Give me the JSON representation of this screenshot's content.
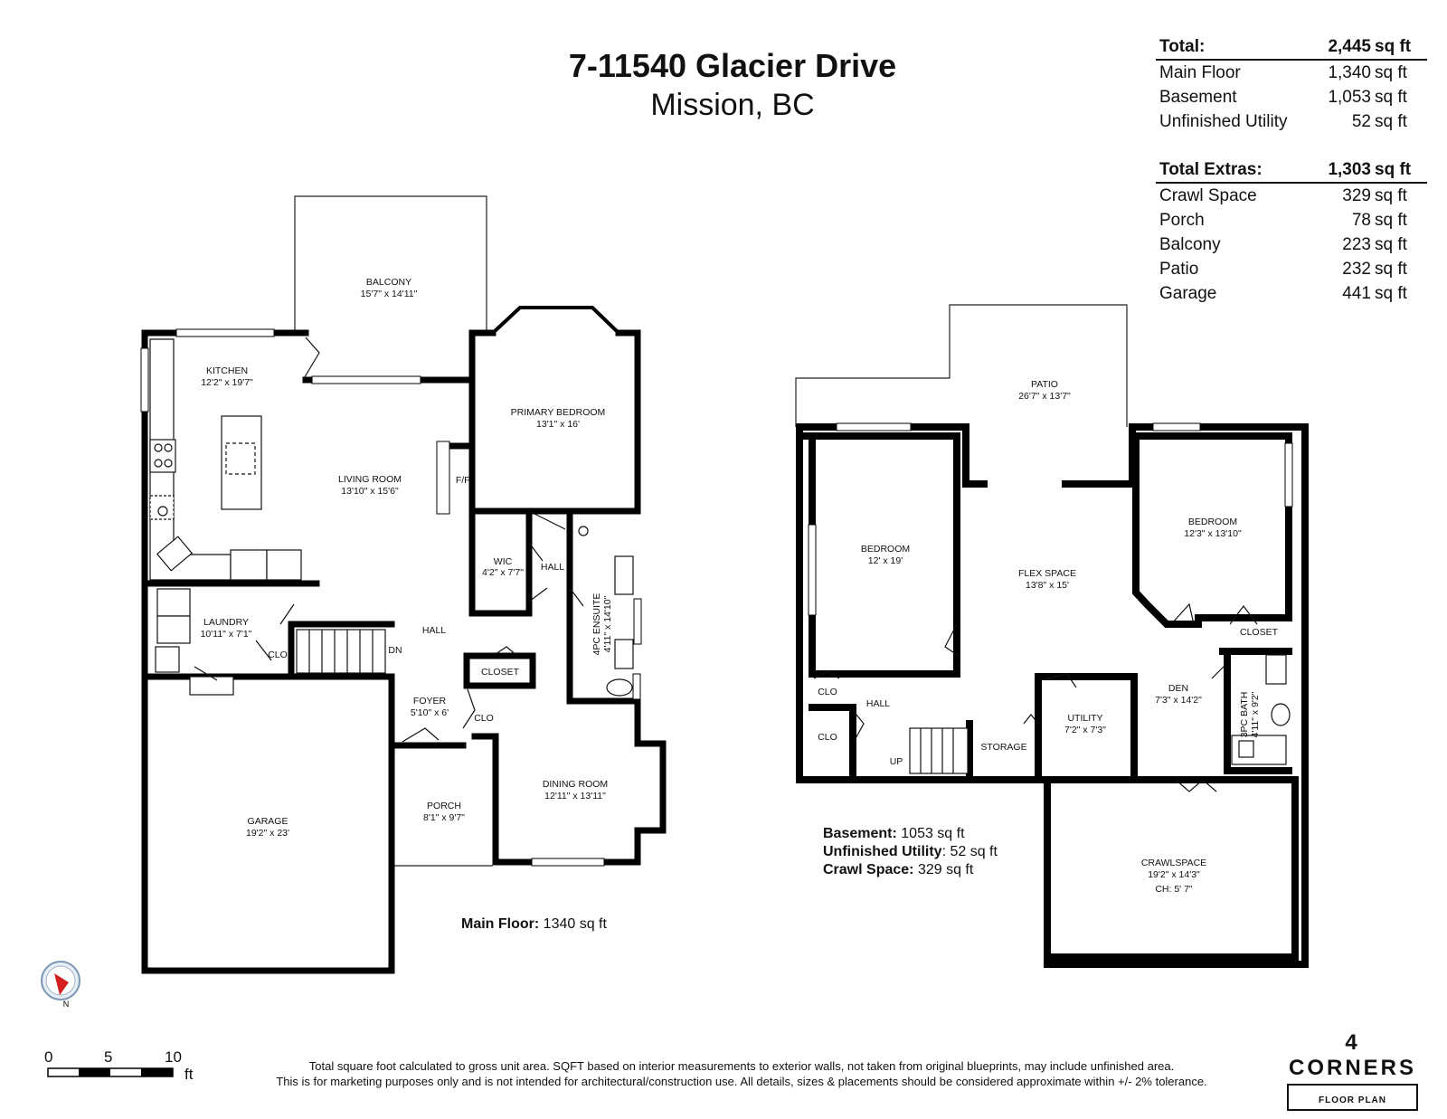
{
  "header": {
    "address": "7-11540 Glacier Drive",
    "city": "Mission, BC"
  },
  "summary_table": {
    "groups": [
      {
        "head": {
          "label": "Total:",
          "value": "2,445",
          "unit": "sq ft"
        },
        "rows": [
          {
            "label": "Main Floor",
            "value": "1,340",
            "unit": "sq ft"
          },
          {
            "label": "Basement",
            "value": "1,053",
            "unit": "sq ft"
          },
          {
            "label": "Unfinished Utility",
            "value": "52",
            "unit": "sq ft"
          }
        ]
      },
      {
        "head": {
          "label": "Total Extras:",
          "value": "1,303",
          "unit": "sq ft"
        },
        "rows": [
          {
            "label": "Crawl Space",
            "value": "329",
            "unit": "sq ft"
          },
          {
            "label": "Porch",
            "value": "78",
            "unit": "sq ft"
          },
          {
            "label": "Balcony",
            "value": "223",
            "unit": "sq ft"
          },
          {
            "label": "Patio",
            "value": "232",
            "unit": "sq ft"
          },
          {
            "label": "Garage",
            "value": "441",
            "unit": "sq ft"
          }
        ]
      }
    ]
  },
  "main_floor": {
    "rooms": {
      "balcony": {
        "name": "BALCONY",
        "dims": "15'7\" x 14'11\""
      },
      "kitchen": {
        "name": "KITCHEN",
        "dims": "12'2\" x 19'7\""
      },
      "living_room": {
        "name": "LIVING ROOM",
        "dims": "13'10\" x 15'6\""
      },
      "primary_bedroom": {
        "name": "PRIMARY BEDROOM",
        "dims": "13'1\" x 16'"
      },
      "fireplace": {
        "name": "F/P"
      },
      "wic": {
        "name": "WIC",
        "dims": "4'2\" x 7'7\""
      },
      "hall_upper": {
        "name": "HALL"
      },
      "ensuite": {
        "name": "4PC ENSUITE",
        "dims": "4'11\" x 14'10\""
      },
      "laundry": {
        "name": "LAUNDRY",
        "dims": "10'11\" x 7'1\""
      },
      "clo_laundry": {
        "name": "CLO"
      },
      "dn": {
        "name": "DN"
      },
      "hall_main": {
        "name": "HALL"
      },
      "closet": {
        "name": "CLOSET"
      },
      "foyer": {
        "name": "FOYER",
        "dims": "5'10\" x 6'"
      },
      "clo_foyer": {
        "name": "CLO"
      },
      "porch": {
        "name": "PORCH",
        "dims": "8'1\" x 9'7\""
      },
      "dining_room": {
        "name": "DINING ROOM",
        "dims": "12'11\" x 13'11\""
      },
      "garage": {
        "name": "GARAGE",
        "dims": "19'2\" x 23'"
      }
    },
    "area_label": "Main Floor:",
    "area_value": "1340 sq ft"
  },
  "basement": {
    "rooms": {
      "patio": {
        "name": "PATIO",
        "dims": "26'7\" x 13'7\""
      },
      "bedroom_left": {
        "name": "BEDROOM",
        "dims": "12' x 19'"
      },
      "flex_space": {
        "name": "FLEX SPACE",
        "dims": "13'8\" x 15'"
      },
      "bedroom_right": {
        "name": "BEDROOM",
        "dims": "12'3\" x 13'10\""
      },
      "closet": {
        "name": "CLOSET"
      },
      "bath": {
        "name": "3PC BATH",
        "dims": "4'11\" x 9'2\""
      },
      "den": {
        "name": "DEN",
        "dims": "7'3\" x 14'2\""
      },
      "clo_upper": {
        "name": "CLO"
      },
      "hall": {
        "name": "HALL"
      },
      "clo_lower": {
        "name": "CLO"
      },
      "up": {
        "name": "UP"
      },
      "storage": {
        "name": "STORAGE"
      },
      "utility": {
        "name": "UTILITY",
        "dims": "7'2\" x 7'3\""
      },
      "crawlspace": {
        "name": "CRAWLSPACE",
        "dims": "19'2\" x 14'3\"",
        "ceiling": "CH: 5' 7\""
      }
    },
    "areas": [
      {
        "label": "Basement:",
        "value": "1053 sq ft"
      },
      {
        "label": "Unfinished Utility",
        "value": ": 52 sq ft"
      },
      {
        "label": "Crawl Space:",
        "value": "329 sq ft"
      }
    ]
  },
  "compass": {
    "label": "N"
  },
  "scale": {
    "ticks": [
      "0",
      "5",
      "10"
    ],
    "unit": "ft"
  },
  "disclaimer": [
    "Total square foot calculated to gross unit area. SQFT based on interior measurements to exterior walls, not taken from original blueprints, may include unfinished area.",
    "This is for marketing purposes only and is not intended for architectural/construction use.  All details, sizes & placements should be considered approximate within +/- 2%  tolerance."
  ],
  "brand": {
    "name": "4 CORNERS",
    "tagline": "FLOOR PLAN"
  }
}
